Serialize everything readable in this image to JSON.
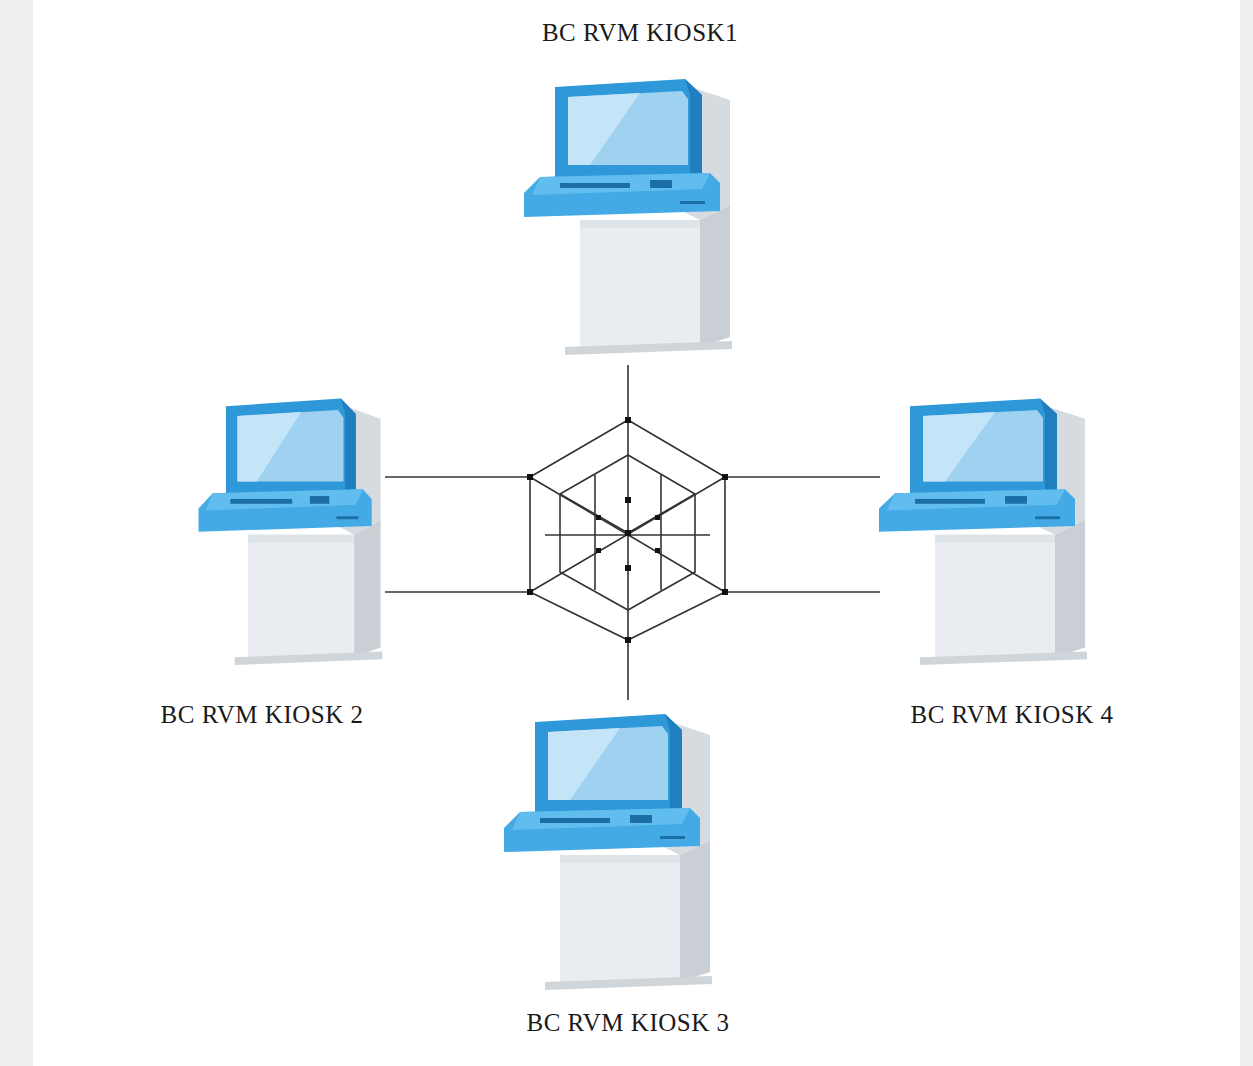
{
  "diagram": {
    "nodes": [
      {
        "text": [
          "BC RVM KIOSK1"
        ]
      },
      {
        "text": [
          "BC RVM KIOSK 2"
        ]
      },
      {
        "text": [
          "BC RVM KIOSK 4"
        ]
      },
      {
        "text": [
          "BC RVM KIOSK 3"
        ]
      }
    ]
  }
}
